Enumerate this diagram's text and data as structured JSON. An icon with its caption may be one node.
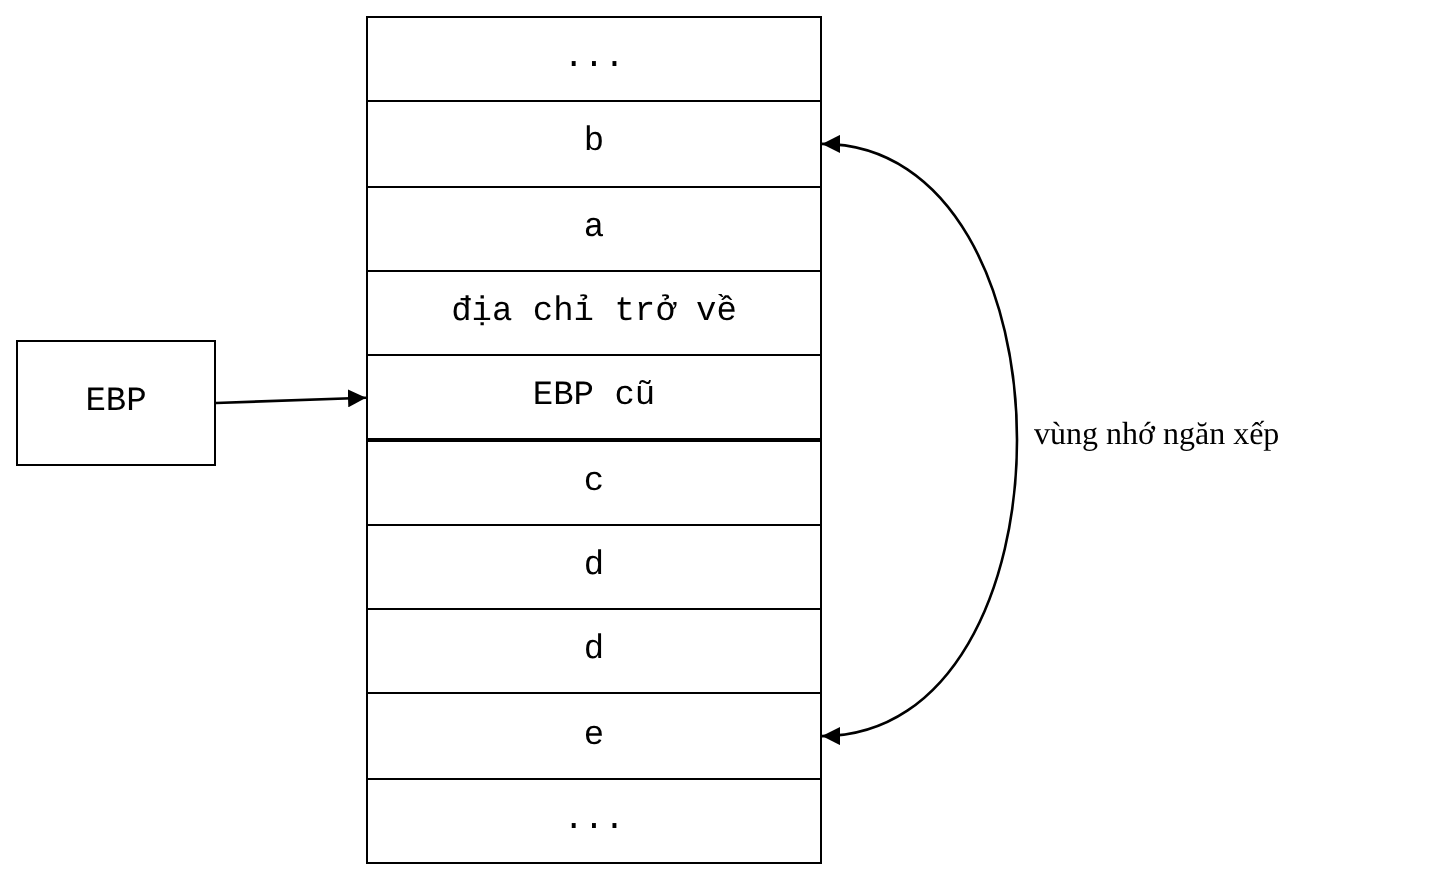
{
  "diagram": {
    "nodes": [
      {
        "text": [
          "..."
        ]
      },
      {
        "text": [
          "b"
        ]
      },
      {
        "text": [
          "a"
        ]
      },
      {
        "text": [
          "địa chỉ trở về"
        ]
      },
      {
        "text": [
          "EBP cũ"
        ]
      },
      {
        "text": [
          "c"
        ]
      },
      {
        "text": [
          "d"
        ]
      },
      {
        "text": [
          "d"
        ]
      },
      {
        "text": [
          "e"
        ]
      },
      {
        "text": [
          "..."
        ]
      },
      {
        "text": [
          "EBP"
        ]
      }
    ],
    "edges": [
      {
        "from": 10,
        "to": 4,
        "arrow": "to"
      },
      {
        "from": 1,
        "to": 8,
        "arrow": "both",
        "label": "vùng nhớ ngăn xếp"
      }
    ]
  }
}
